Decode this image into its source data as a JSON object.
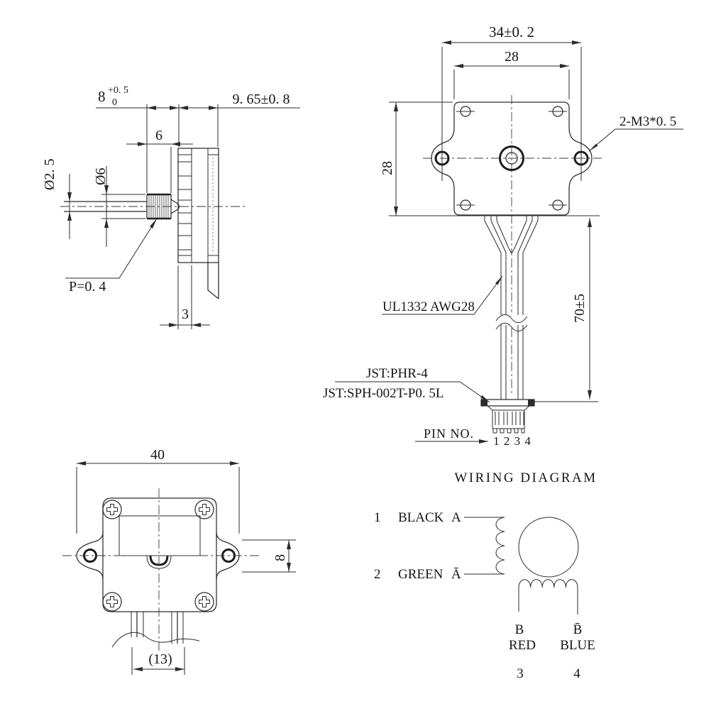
{
  "side_view": {
    "shaft_len": "8",
    "shaft_len_tol_up": "+0. 5",
    "shaft_len_tol_low": "0",
    "depth": "9. 65±0. 8",
    "worm_len": "6",
    "shaft_dia": "Ø2. 5",
    "worm_dia": "Ø6",
    "pitch": "P=0. 4",
    "plate": "3"
  },
  "front_view": {
    "mount_span": "34±0. 2",
    "width": "28",
    "height": "28",
    "thread": "2-M3*0. 5"
  },
  "cable": {
    "wire": "UL1332 AWG28",
    "housing": "JST:PHR-4",
    "terminal": "JST:SPH-002T-P0. 5L",
    "length": "70±5",
    "pin_no": "PIN NO.",
    "pins": "1 2 3 4"
  },
  "rear_view": {
    "width": "40",
    "ear": "8",
    "wire_span": "(13)"
  },
  "wiring": {
    "title": "WIRING DIAGRAM",
    "rows": [
      {
        "num": "1",
        "color": "BLACK",
        "phase": "A"
      },
      {
        "num": "2",
        "color": "GREEN",
        "phase": "Ā"
      }
    ],
    "coil_b": {
      "left_phase": "B",
      "left_color": "RED",
      "left_num": "3",
      "right_phase": "B̄",
      "right_color": "BLUE",
      "right_num": "4"
    }
  },
  "colors": {
    "ink": "#2b2b2b",
    "paper": "#ffffff"
  }
}
